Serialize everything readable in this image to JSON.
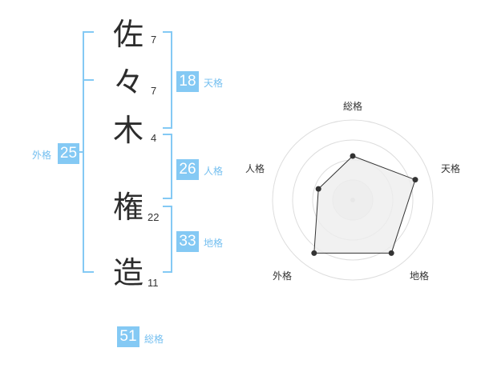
{
  "name": {
    "characters": [
      {
        "char": "佐",
        "strokes": "7"
      },
      {
        "char": "々",
        "strokes": "7"
      },
      {
        "char": "木",
        "strokes": "4"
      },
      {
        "char": "権",
        "strokes": "22"
      },
      {
        "char": "造",
        "strokes": "11"
      }
    ]
  },
  "fortune": {
    "tenkaku": {
      "value": "18",
      "label": "天格"
    },
    "jinkaku": {
      "value": "26",
      "label": "人格"
    },
    "chikaku": {
      "value": "33",
      "label": "地格"
    },
    "gaikaku": {
      "value": "25",
      "label": "外格"
    },
    "soukaku": {
      "value": "51",
      "label": "総格"
    }
  },
  "colors": {
    "accent": "#84c9f4",
    "bracket": "#84c9f4",
    "label": "#74bff0",
    "text": "#2c2c2c",
    "radar_fill": "#eeeeee",
    "radar_line": "#333333",
    "ring": "#dddddd"
  },
  "chart_data": {
    "type": "radar",
    "axes": [
      "総格",
      "天格",
      "地格",
      "外格",
      "人格"
    ],
    "values": [
      0.55,
      0.82,
      0.82,
      0.82,
      0.45
    ],
    "rings": 4
  }
}
